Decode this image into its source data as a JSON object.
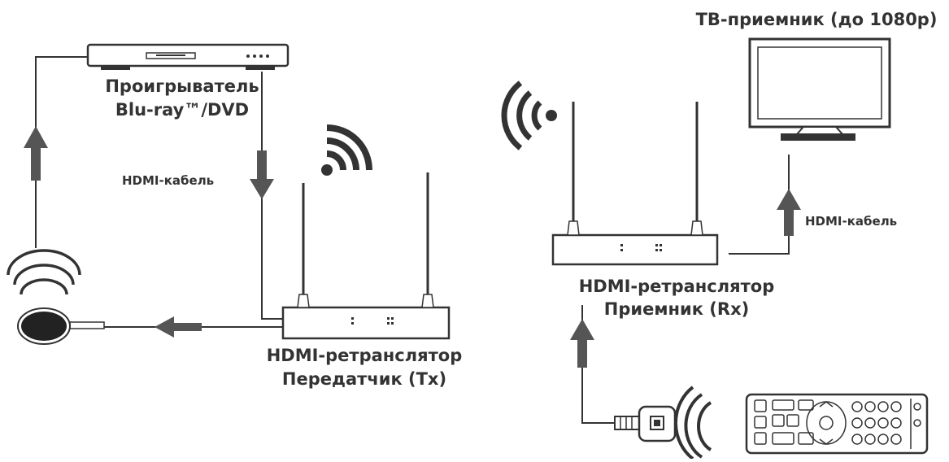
{
  "labels": {
    "player_line1": "Проигрыватель",
    "player_line2": "Blu-ray™/DVD",
    "cable_left": "HDMI-кабель",
    "tx_line1": "HDMI-ретранслятор",
    "tx_line2": "Передатчик (Tx)",
    "tv": "ТВ-приемник (до 1080p)",
    "cable_right": "HDMI-кабель",
    "rx_line1": "HDMI-ретранслятор",
    "rx_line2": "Приемник (Rx)"
  },
  "icons": {
    "player": "bluray-player-icon",
    "tv": "tv-icon",
    "transmitter": "transmitter-icon",
    "receiver": "receiver-icon",
    "ir_emitter": "ir-emitter-icon",
    "ir_receiver": "ir-receiver-icon",
    "remote": "remote-control-icon",
    "wireless": "wireless-signal-icon"
  },
  "colors": {
    "line": "#333333",
    "arrow": "#555555",
    "device_fill": "#ffffff",
    "emitter_fill": "#222222"
  }
}
